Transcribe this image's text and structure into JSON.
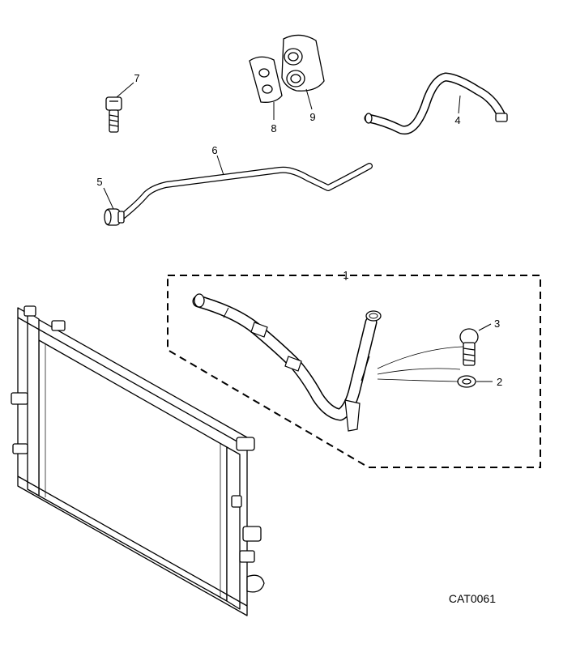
{
  "diagram": {
    "callouts": [
      "1",
      "2",
      "3",
      "4",
      "5",
      "6",
      "7",
      "8",
      "9"
    ],
    "catalog_code": "CAT0061"
  }
}
